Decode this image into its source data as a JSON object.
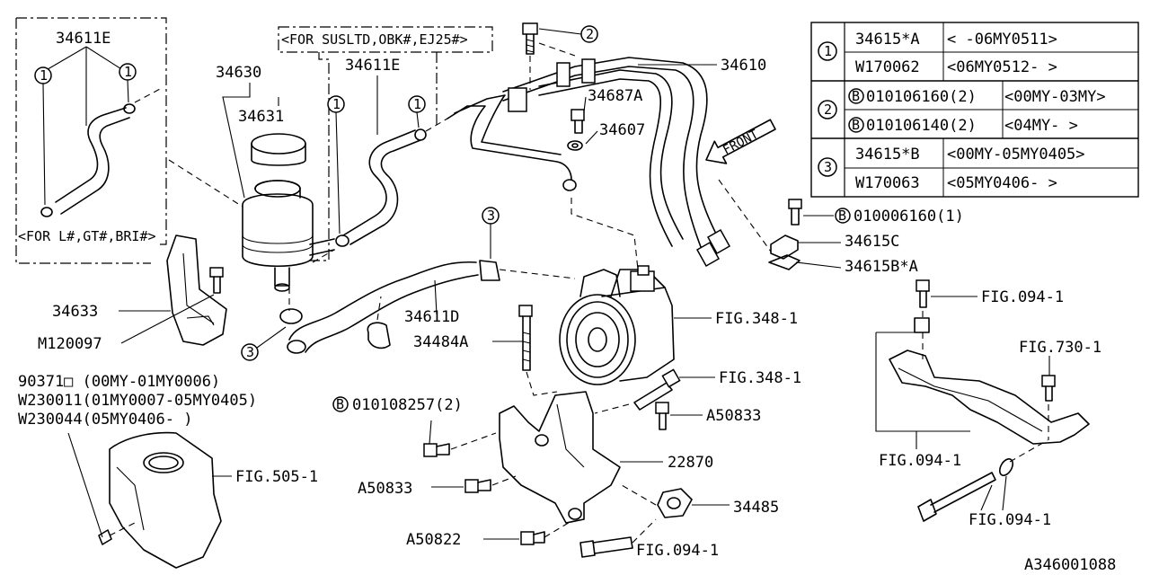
{
  "boxes": {
    "for_l_gt_bri": "<FOR L#,GT#,BRI#>",
    "for_susltd": "<FOR SUSLTD,OBK#,EJ25#>"
  },
  "callouts": {
    "p34611E_a": "34611E",
    "p34611E_b": "34611E",
    "p34630": "34630",
    "p34631": "34631",
    "p34610": "34610",
    "p34687A": "34687A",
    "p34607": "34607",
    "p34615C": "34615C",
    "p34615B_A": "34615B*A",
    "p010006160": "010006160(1)",
    "p34633": "34633",
    "m120097": "M120097",
    "p34611D": "34611D",
    "p34484A": "34484A",
    "fig348_a": "FIG.348-1",
    "fig348_b": "FIG.348-1",
    "fig094_a": "FIG.094-1",
    "fig730": "FIG.730-1",
    "fig094_b": "FIG.094-1",
    "fig094_c": "FIG.094-1",
    "fig094_d": "FIG.094-1",
    "a50833_a": "A50833",
    "a50833_b": "A50833",
    "a50822": "A50822",
    "p22870": "22870",
    "p34485": "34485",
    "p010108257": "010108257(2)",
    "fig505": "FIG.505-1",
    "n1": "1",
    "n2": "2",
    "n3": "3",
    "b": "B"
  },
  "notes": {
    "line1": "90371□ (00MY-01MY0006)",
    "line2": "W230011(01MY0007-05MY0405)",
    "line3": "W230044(05MY0406-          )"
  },
  "legend_table": {
    "rows": [
      {
        "ref": "1",
        "b": false,
        "part": "34615*A",
        "applic": "<        -06MY0511>"
      },
      {
        "ref": "",
        "b": false,
        "part": "W170062",
        "applic": "<06MY0512-        >"
      },
      {
        "ref": "2",
        "b": true,
        "part": "010106160(2)",
        "applic": "<00MY-03MY>"
      },
      {
        "ref": "",
        "b": true,
        "part": "010106140(2)",
        "applic": "<04MY-        >"
      },
      {
        "ref": "3",
        "b": false,
        "part": "34615*B",
        "applic": "<00MY-05MY0405>"
      },
      {
        "ref": "",
        "b": false,
        "part": "W170063",
        "applic": "<05MY0406-       >"
      }
    ]
  },
  "front_label": "FRONT",
  "drawing_number": "A346001088"
}
